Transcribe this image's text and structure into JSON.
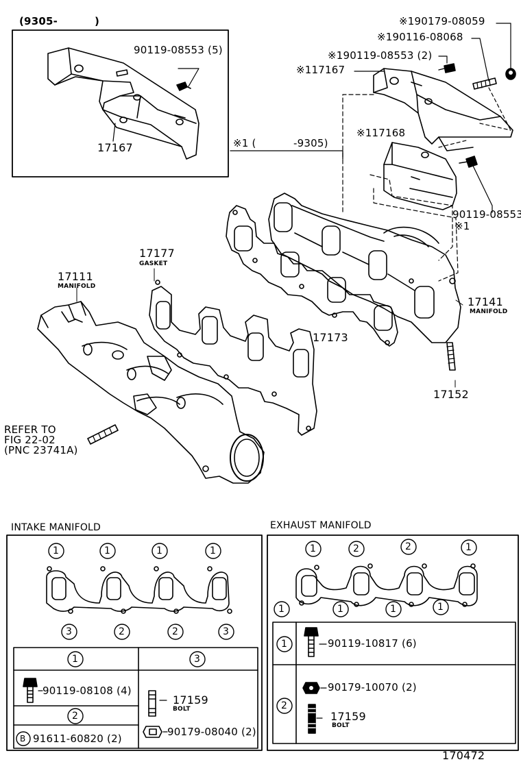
{
  "inset": {
    "date_range": "(9305-",
    "date_close": ")",
    "bolt_part": "90119-08553 (5)",
    "cover_part": "17167"
  },
  "exhaust_cover": {
    "nut_part": "※190179-08059",
    "stud_part": "※190116-08068",
    "bolt_part": "※190119-08553 (2)",
    "upper_cover": "※117167",
    "lower_cover": "※117168",
    "range_note": "※1 (",
    "range_end": "-9305)",
    "side_bolt": "90119-08553",
    "side_note": "※1"
  },
  "main_parts": {
    "intake_manifold_no": "17111",
    "intake_manifold_name": "MANIFOLD",
    "gasket_no": "17177",
    "gasket_name": "GASKET",
    "exhaust_gasket_no": "17173",
    "exhaust_manifold_no": "17141",
    "exhaust_manifold_name": "MANIFOLD",
    "stud_no": "17152",
    "refer_line1": "REFER TO",
    "refer_line2": "FIG 22-02",
    "refer_line3": "(PNC 23741A)"
  },
  "intake_table": {
    "title": "INTAKE MANIFOLD",
    "top_marks": [
      "1",
      "1",
      "1",
      "1"
    ],
    "bottom_marks": [
      "3",
      "2",
      "2",
      "3"
    ],
    "col1_header": "1",
    "col3_header": "3",
    "col2_header": "2",
    "bolt_a": "90119-08108 (4)",
    "bolt_b_marker": "B",
    "bolt_b": "91611-60820 (2)",
    "stud": "17159",
    "stud_name": "BOLT",
    "nut": "90179-08040 (2)"
  },
  "exhaust_table": {
    "title": "EXHAUST MANIFOLD",
    "top_marks": [
      "1",
      "2",
      "2",
      "1"
    ],
    "bottom_marks": [
      "1",
      "1",
      "1",
      "1"
    ],
    "row1_marker": "1",
    "row2_marker": "2",
    "bolt": "90119-10817 (6)",
    "nut": "90179-10070 (2)",
    "stud": "17159",
    "stud_name": "BOLT"
  },
  "figure_number": "170472"
}
